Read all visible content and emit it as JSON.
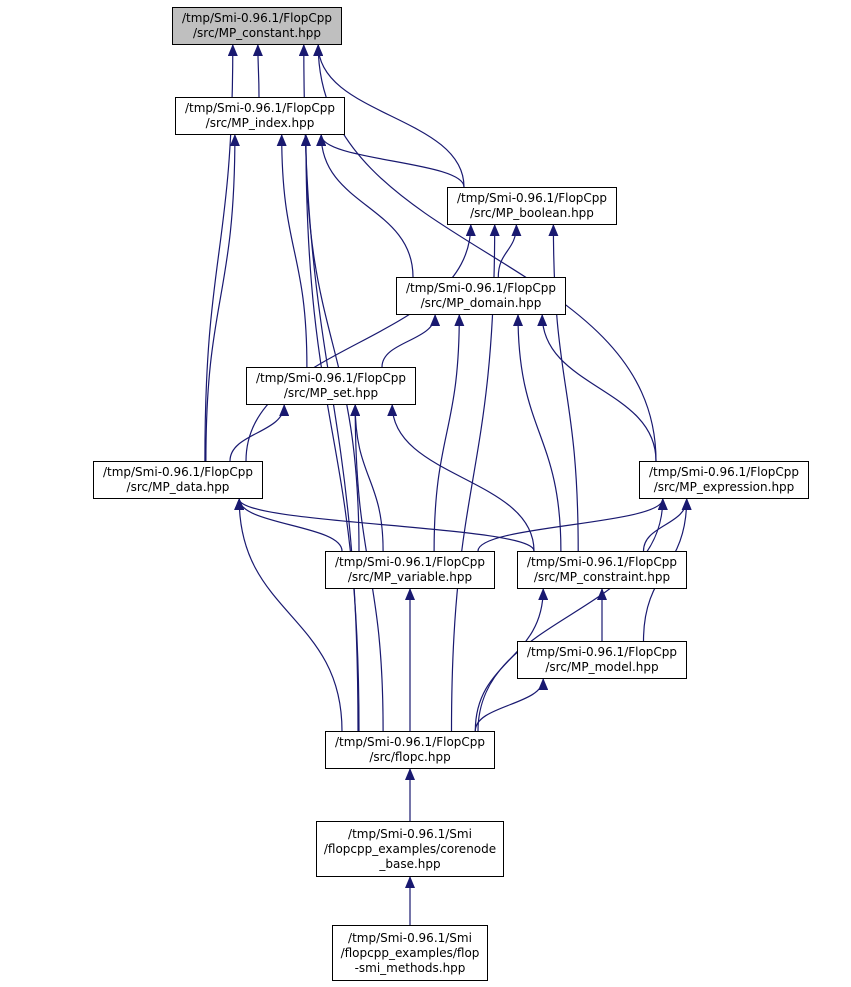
{
  "colors": {
    "edge": "#191970",
    "root_fill": "#bfbfbf",
    "node_fill": "#ffffff",
    "border": "#000000"
  },
  "nodes": {
    "constant": {
      "lines": [
        "/tmp/Smi-0.96.1/FlopCpp",
        "/src/MP_constant.hpp"
      ]
    },
    "index": {
      "lines": [
        "/tmp/Smi-0.96.1/FlopCpp",
        "/src/MP_index.hpp"
      ]
    },
    "boolean": {
      "lines": [
        "/tmp/Smi-0.96.1/FlopCpp",
        "/src/MP_boolean.hpp"
      ]
    },
    "domain": {
      "lines": [
        "/tmp/Smi-0.96.1/FlopCpp",
        "/src/MP_domain.hpp"
      ]
    },
    "set": {
      "lines": [
        "/tmp/Smi-0.96.1/FlopCpp",
        "/src/MP_set.hpp"
      ]
    },
    "data": {
      "lines": [
        "/tmp/Smi-0.96.1/FlopCpp",
        "/src/MP_data.hpp"
      ]
    },
    "expression": {
      "lines": [
        "/tmp/Smi-0.96.1/FlopCpp",
        "/src/MP_expression.hpp"
      ]
    },
    "variable": {
      "lines": [
        "/tmp/Smi-0.96.1/FlopCpp",
        "/src/MP_variable.hpp"
      ]
    },
    "constraint": {
      "lines": [
        "/tmp/Smi-0.96.1/FlopCpp",
        "/src/MP_constraint.hpp"
      ]
    },
    "model": {
      "lines": [
        "/tmp/Smi-0.96.1/FlopCpp",
        "/src/MP_model.hpp"
      ]
    },
    "flopc": {
      "lines": [
        "/tmp/Smi-0.96.1/FlopCpp",
        "/src/flopc.hpp"
      ]
    },
    "corenode": {
      "lines": [
        "/tmp/Smi-0.96.1/Smi",
        "/flopcpp_examples/corenode",
        "_base.hpp"
      ]
    },
    "smimethods": {
      "lines": [
        "/tmp/Smi-0.96.1/Smi",
        "/flopcpp_examples/flop",
        "-smi_methods.hpp"
      ]
    }
  },
  "edges": [
    [
      "index",
      "constant"
    ],
    [
      "boolean",
      "constant"
    ],
    [
      "data",
      "constant"
    ],
    [
      "expression",
      "constant"
    ],
    [
      "flopc",
      "constant"
    ],
    [
      "boolean",
      "index"
    ],
    [
      "domain",
      "index"
    ],
    [
      "set",
      "index"
    ],
    [
      "data",
      "index"
    ],
    [
      "variable",
      "index"
    ],
    [
      "flopc",
      "index"
    ],
    [
      "domain",
      "boolean"
    ],
    [
      "data",
      "boolean"
    ],
    [
      "constraint",
      "boolean"
    ],
    [
      "flopc",
      "boolean"
    ],
    [
      "set",
      "domain"
    ],
    [
      "variable",
      "domain"
    ],
    [
      "constraint",
      "domain"
    ],
    [
      "expression",
      "domain"
    ],
    [
      "data",
      "set"
    ],
    [
      "variable",
      "set"
    ],
    [
      "constraint",
      "set"
    ],
    [
      "flopc",
      "set"
    ],
    [
      "variable",
      "expression"
    ],
    [
      "constraint",
      "expression"
    ],
    [
      "model",
      "expression"
    ],
    [
      "flopc",
      "expression"
    ],
    [
      "constraint",
      "data"
    ],
    [
      "variable",
      "data"
    ],
    [
      "flopc",
      "data"
    ],
    [
      "model",
      "constraint"
    ],
    [
      "flopc",
      "constraint"
    ],
    [
      "flopc",
      "variable"
    ],
    [
      "flopc",
      "model"
    ],
    [
      "corenode",
      "flopc"
    ],
    [
      "smimethods",
      "corenode"
    ]
  ]
}
